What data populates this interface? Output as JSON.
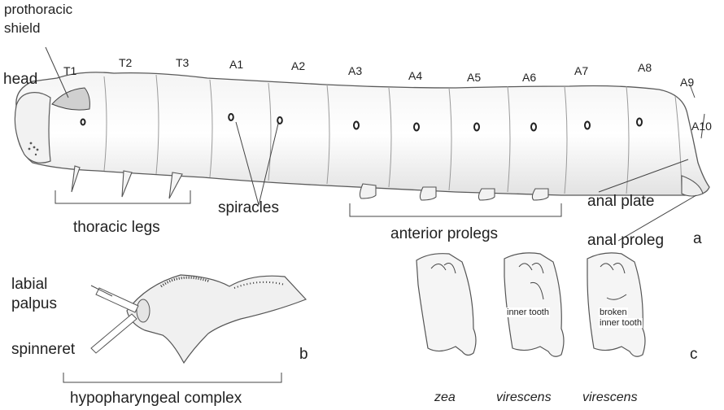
{
  "labels": {
    "prothoracic": "prothoracic",
    "shield": "shield",
    "head": "head",
    "segments": [
      "T1",
      "T2",
      "T3",
      "A1",
      "A2",
      "A3",
      "A4",
      "A5",
      "A6",
      "A7",
      "A8",
      "A9",
      "A10"
    ],
    "spiracles": "spiracles",
    "thoracic_legs": "thoracic legs",
    "anterior_prolegs": "anterior prolegs",
    "anal_plate": "anal plate",
    "anal_proleg": "anal proleg",
    "labial": "labial",
    "palpus": "palpus",
    "spinneret": "spinneret",
    "hypopharyngeal_complex": "hypopharyngeal complex",
    "inner_tooth": "inner tooth",
    "broken": "broken",
    "broken_inner_tooth": "inner tooth",
    "species": [
      "zea",
      "virescens",
      "virescens"
    ]
  },
  "panels": {
    "a": "a",
    "b": "b",
    "c": "c"
  },
  "colors": {
    "outline": "#555555",
    "shade": "#e9e9e9",
    "dark": "#333333"
  }
}
